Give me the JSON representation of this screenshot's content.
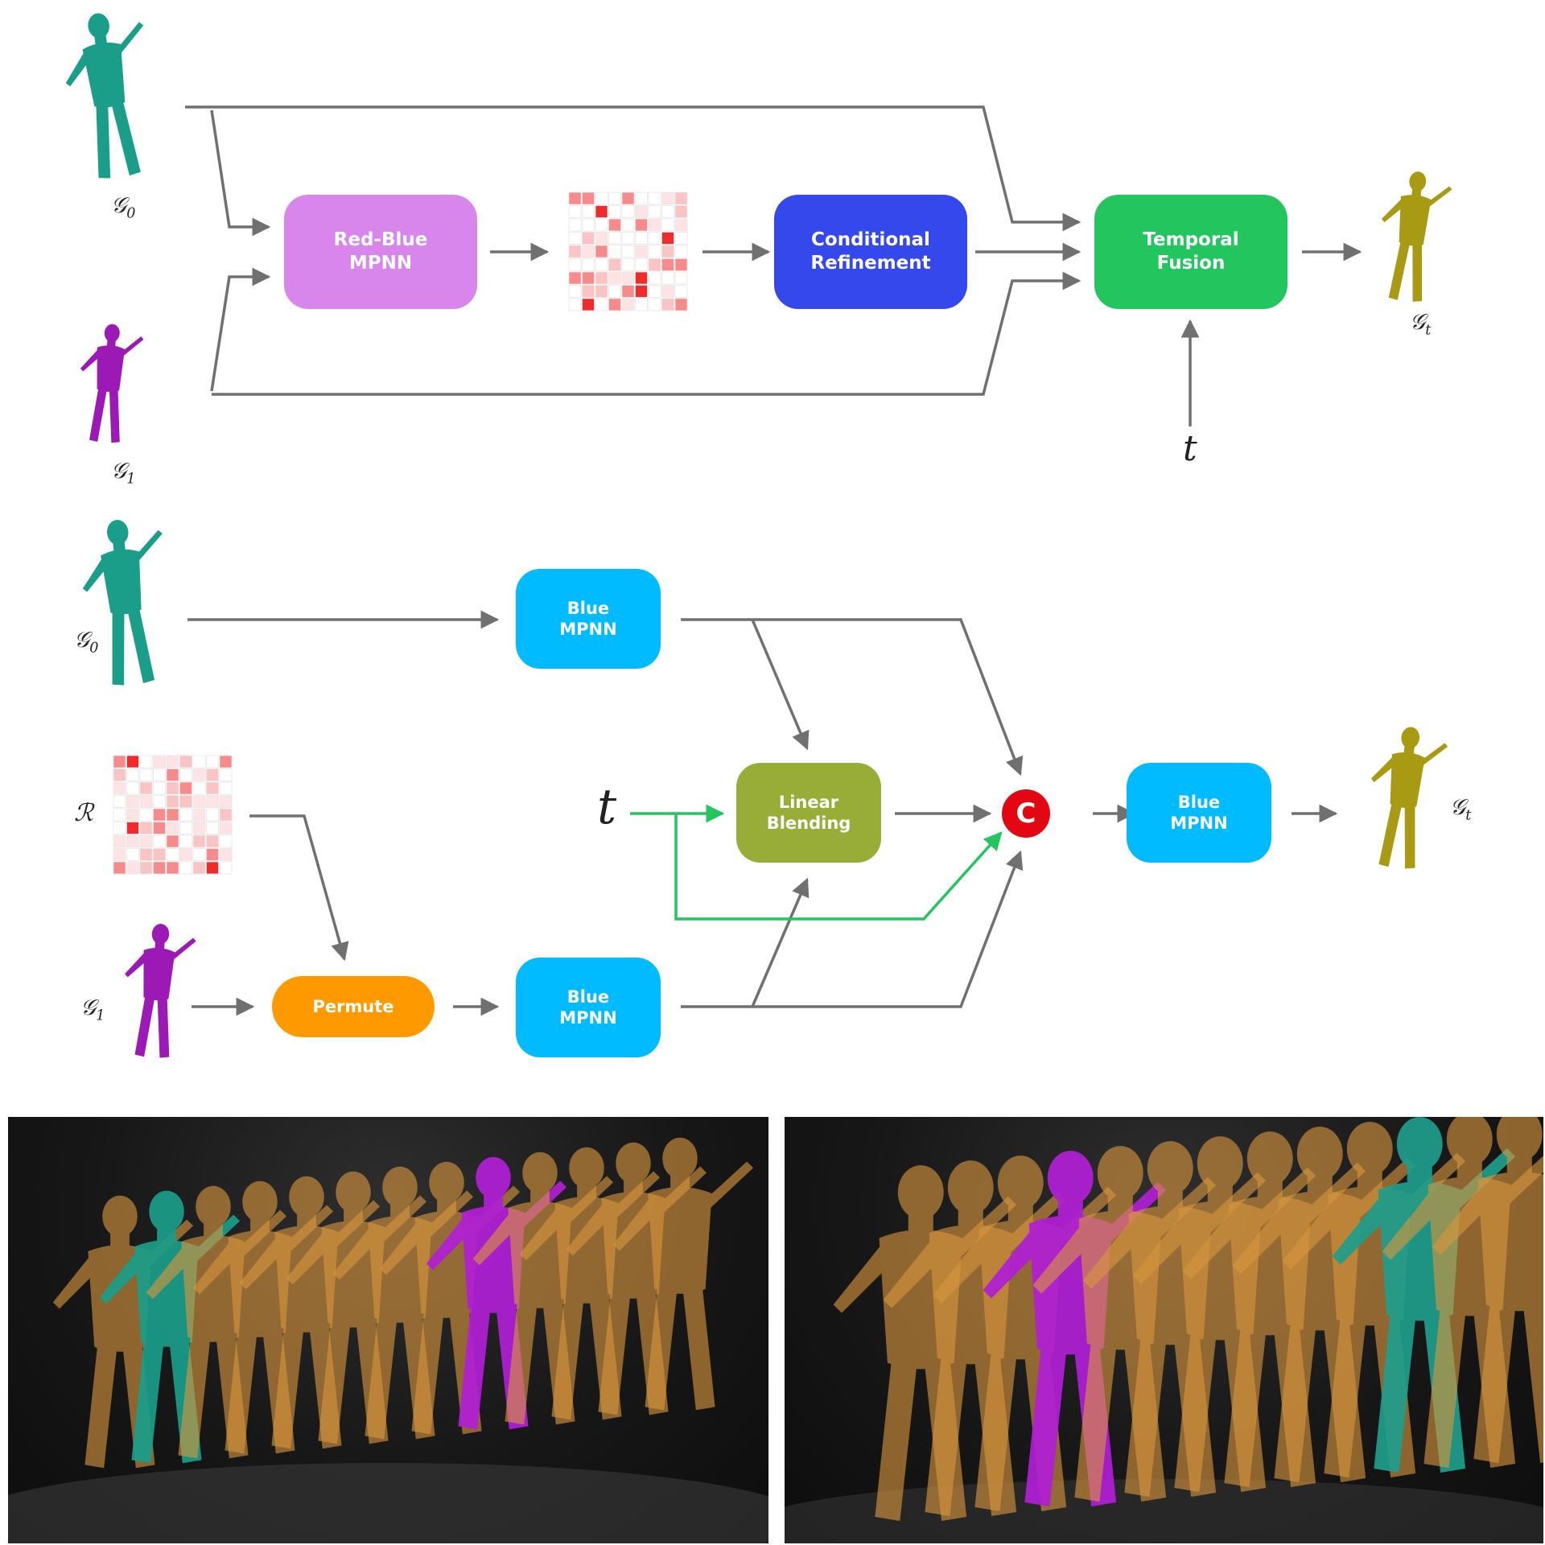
{
  "diagram_top": {
    "node_red_blue": "Red-Blue\nMPNN",
    "node_conditional": "Conditional\nRefinement",
    "node_temporal": "Temporal\nFusion",
    "label_g0": "𝒢",
    "label_g0_sub": "0",
    "label_g1": "𝒢",
    "label_g1_sub": "1",
    "label_gt": "𝒢",
    "label_gt_sub": "t",
    "label_t": "t"
  },
  "diagram_bottom": {
    "node_blue_top": "Blue\nMPNN",
    "node_blue_bottom": "Blue\nMPNN",
    "node_blue_out": "Blue\nMPNN",
    "node_linear": "Linear\nBlending",
    "node_permute": "Permute",
    "concat_symbol": "C",
    "label_g0": "𝒢",
    "label_g0_sub": "0",
    "label_g1": "𝒢",
    "label_g1_sub": "1",
    "label_gt": "𝒢",
    "label_gt_sub": "t",
    "label_r": "ℛ",
    "label_t": "t"
  },
  "colors": {
    "arrow": "#707070",
    "arrow_green": "#22c55e",
    "red_blue": "#d886ec",
    "conditional": "#3548eb",
    "temporal": "#22c55e",
    "blue_mpnn": "#00bbff",
    "linear": "#98ad37",
    "permute": "#ff9900",
    "concat": "#e30613",
    "teal_figure": "#1a9e8a",
    "purple_figure": "#9b19b5",
    "gold_figure": "#a89a12",
    "orange_ghost": "#d8963e"
  },
  "icons": [
    "human-mesh-teal",
    "human-mesh-purple",
    "human-mesh-gold",
    "correspondence-matrix",
    "concat-circle"
  ]
}
